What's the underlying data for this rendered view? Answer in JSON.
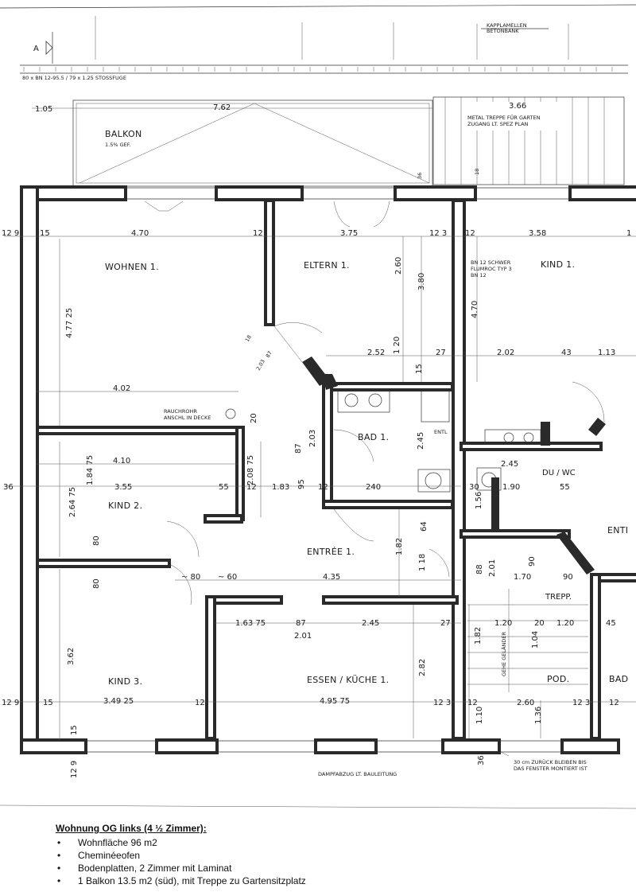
{
  "plan": {
    "top_labels": {
      "axis_marker": "A",
      "beam_note": "80 x BN 12-95.5 / 79 x 1.25 STOSSFUGE",
      "rail_note_1": "KAPPLAMELLEN",
      "rail_note_2": "BETONBANK"
    },
    "balcony": {
      "label": "BALKON",
      "slope": "1.5% GEF.",
      "stair_note_1": "METAL TREPPE FÜR GARTEN",
      "stair_note_2": "ZUGANG LT. SPEZ PLAN"
    },
    "rooms": {
      "wohnen": "WOHNEN 1.",
      "eltern": "ELTERN 1.",
      "kind1": "KIND 1.",
      "kind2": "KIND 2.",
      "kind3": "KIND 3.",
      "bad1": "BAD 1.",
      "entree": "ENTRÉE 1.",
      "essen": "ESSEN / KÜCHE 1.",
      "duwc": "DU / WC",
      "trepp": "TREPP.",
      "pod": "POD.",
      "bad_right": "BAD",
      "entr_right": "ENTI"
    },
    "annotations": {
      "rauch1": "RAUCHROHR",
      "rauch2": "ANSCHL IN DECKE",
      "bn1": "BN 12 SCHWER",
      "bn2": "FLUMROC TYP 3",
      "bn3": "BN 12",
      "ent": "ENTL",
      "dampf": "DAMPFABZUG LT. BAULEITUNG",
      "fenster1": "30 cm ZURÜCK BLEIBEN BIS",
      "fenster2": "DAS FENSTER MONTIERT IST",
      "gelander": "GEHE GELÄNDER"
    },
    "dims": {
      "d105": "1.05",
      "d762": "7.62",
      "d366": "3.66",
      "d129a": "12 9",
      "d15a": "15",
      "d470": "4.70",
      "d12a": "12",
      "d375": "3.75",
      "d123a": "12 3",
      "d12b": "12",
      "d358": "3.58",
      "d1r": "1",
      "d477": "4.77 25",
      "d260": "2.60",
      "d380": "3.80",
      "d470v": "4.70",
      "d252": "2.52",
      "d120": "1 20",
      "d27a": "27",
      "d202": "2.02",
      "d43": "43",
      "d113": "1.13",
      "d18": "18",
      "d87a": "87",
      "d203a": "2.03",
      "d402": "4.02",
      "d20": "20",
      "d15b": "15",
      "d87b": "87",
      "d203b": "2.03",
      "d245v": "2.45",
      "d410": "4.10",
      "d184": "1.84 75",
      "d208": "2.08 75",
      "d36": "36",
      "d355": "3.55",
      "d55a": "55",
      "d12c": "12",
      "d183": "1.83",
      "d95": "95",
      "d12d": "12",
      "d240": "240",
      "d30": "30",
      "d190": "1.90",
      "d55b": "55",
      "d264": "2.64 75",
      "d245b": "2.45",
      "d156": "1.56",
      "d80a": "80",
      "d80b": "80",
      "d64": "64",
      "d182a": "1.82",
      "d118": "1 18",
      "d80h": "~ 80",
      "d60h": "~ 60",
      "d435": "4.35",
      "d88": "88",
      "d201v": "2.01",
      "d170": "1.70",
      "d90a": "90",
      "d90b": "90",
      "d163": "1.63 75",
      "d87c": "87",
      "d201": "2.01",
      "d245c": "2.45",
      "d27b": "27",
      "d120b": "1.20",
      "d20b": "20",
      "d120c": "1.20",
      "d45": "45",
      "d362": "3.62",
      "d282": "2.82",
      "d182b": "1.82",
      "d104": "1.04",
      "d129b": "12 9",
      "d15c": "15",
      "d349": "3.49 25",
      "d12e": "12",
      "d495": "4.95 75",
      "d123b": "12 3",
      "d12f": "12",
      "d260b": "2.60",
      "d123c": "12 3",
      "d12g": "12",
      "d110": "1.10",
      "d136": "1.36",
      "d15d": "15",
      "d129c": "12 9",
      "d36b": "36",
      "d36c": "36",
      "d18b": "18"
    }
  },
  "legend": {
    "title": "Wohnung OG links (4 ½ Zimmer):",
    "items": [
      "Wohnfläche 96 m2",
      "Cheminéeofen",
      "Bodenplatten, 2 Zimmer mit Laminat",
      "1 Balkon 13.5 m2 (süd), mit Treppe zu Gartensitzplatz"
    ]
  }
}
